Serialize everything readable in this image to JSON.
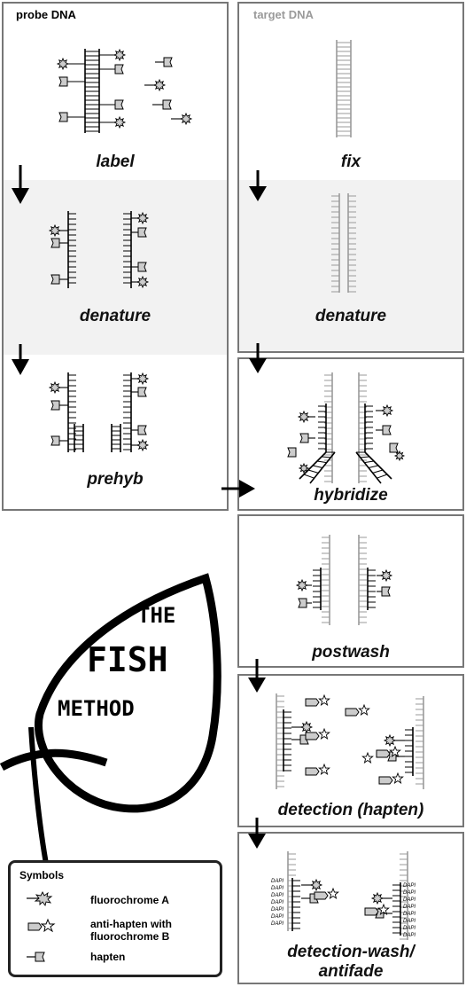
{
  "probe_header": "probe DNA",
  "target_header": "target DNA",
  "steps": {
    "label": "label",
    "fix": "fix",
    "denature_probe": "denature",
    "denature_target": "denature",
    "prehyb": "prehyb",
    "hybridize": "hybridize",
    "postwash": "postwash",
    "detection": "detection (hapten)",
    "detection_wash_1": "detection-wash/",
    "detection_wash_2": "antifade"
  },
  "fish": {
    "line1": "THE",
    "line2": "FISH",
    "line3": "METHOD"
  },
  "legend": {
    "title": "Symbols",
    "items": [
      {
        "label": "fluorochrome A",
        "icon": "fluorochrome-a-icon"
      },
      {
        "label": "anti-hapten with fluorochrome B",
        "icon": "anti-hapten-icon"
      },
      {
        "label": "hapten",
        "icon": "hapten-icon"
      }
    ]
  },
  "dapi_label": "DAPI",
  "colors": {
    "border": "#777777",
    "band": "#f2f2f2",
    "probe": "#000000",
    "target": "#9a9a9a",
    "label_fill": "#cccccc"
  }
}
